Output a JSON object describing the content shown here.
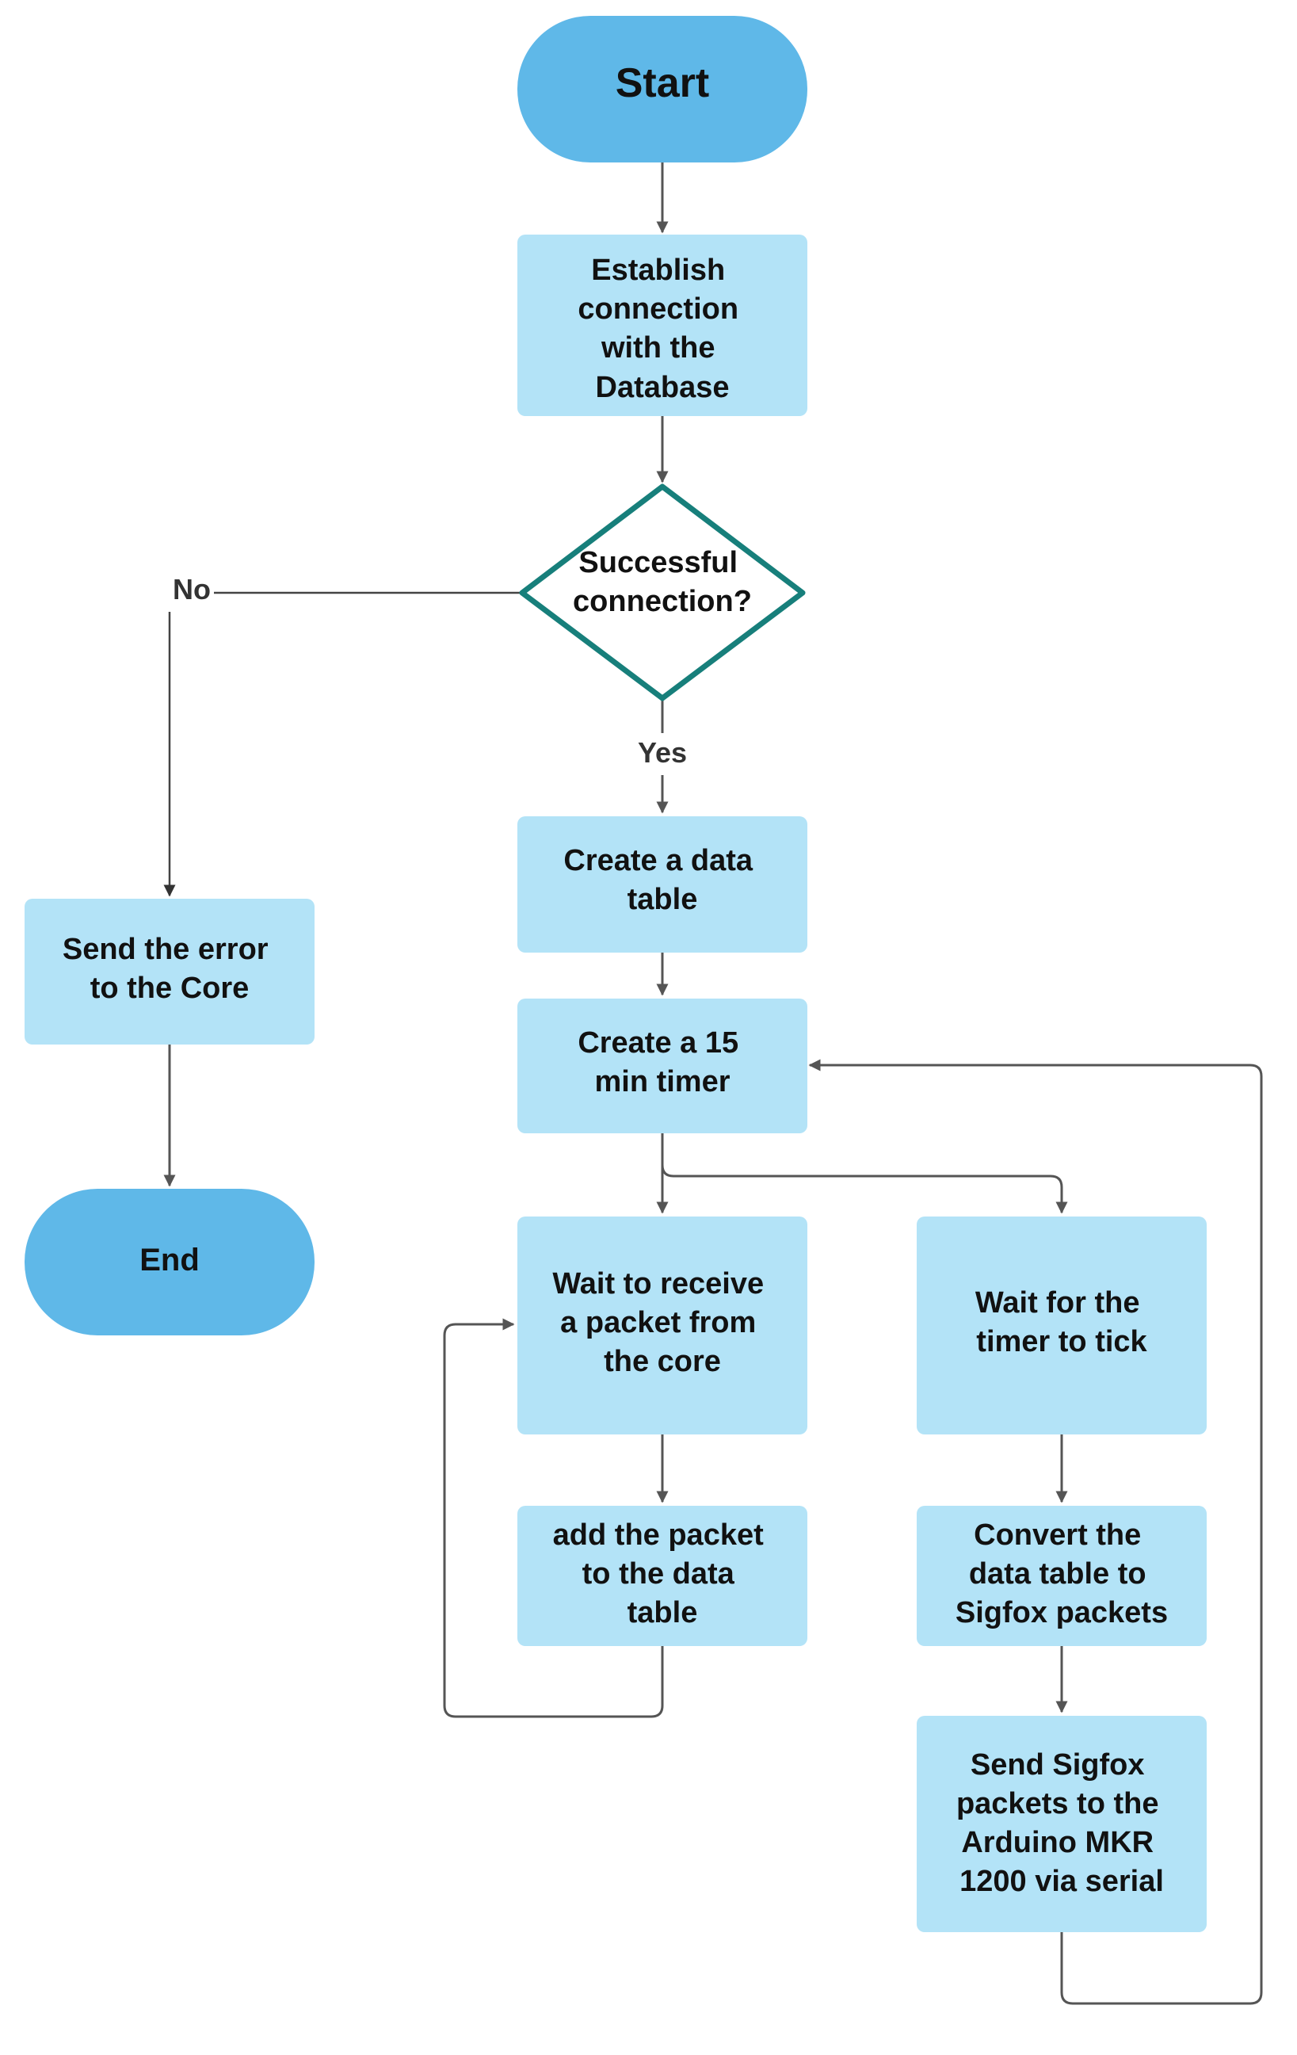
{
  "colors": {
    "terminal_fill": "#5fb8e8",
    "process_fill": "#b3e3f7",
    "decision_stroke": "#177f7b",
    "connector": "#555555"
  },
  "nodes": {
    "start": "Start",
    "establish": [
      "Establish",
      "connection",
      "with the",
      "Database"
    ],
    "decision": [
      "Successful",
      "connection?"
    ],
    "send_error": [
      "Send the error",
      "to the Core"
    ],
    "end": "End",
    "create_table": [
      "Create a data",
      "table"
    ],
    "create_timer": [
      "Create a 15",
      "min timer"
    ],
    "wait_packet": [
      "Wait to receive",
      "a packet from",
      "the core"
    ],
    "wait_timer": [
      "Wait for the",
      "timer to tick"
    ],
    "add_packet": [
      "add the packet",
      "to the data",
      "table"
    ],
    "convert": [
      "Convert the",
      "data table to",
      "Sigfox packets"
    ],
    "send_sigfox": [
      "Send Sigfox",
      "packets to the",
      "Arduino MKR",
      "1200 via serial"
    ]
  },
  "edge_labels": {
    "no": "No",
    "yes": "Yes"
  }
}
